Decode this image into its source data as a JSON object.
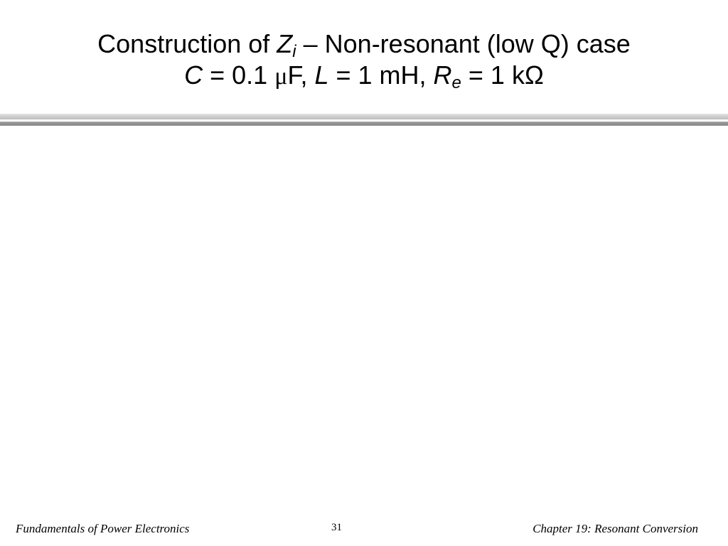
{
  "title": {
    "line1": {
      "pre": "Construction of ",
      "var": "Z",
      "sub": "i",
      "post": " – Non-resonant (low Q) case"
    },
    "line2": {
      "c_var": "C",
      "c_eq": " = 0.1 ",
      "c_mu": "μ",
      "c_unit": "F, ",
      "l_var": "L",
      "l_eq": " = 1 mH, ",
      "r_var": "R",
      "r_sub": "e",
      "r_eq": " = 1 kΩ"
    }
  },
  "footer": {
    "left": "Fundamentals of Power Electronics",
    "page_number": "31",
    "right": "Chapter 19:  Resonant Conversion"
  },
  "colors": {
    "background": "#ffffff",
    "text": "#000000",
    "rule_light": "#cfcfcf",
    "rule_dark": "#8a8a8a"
  }
}
